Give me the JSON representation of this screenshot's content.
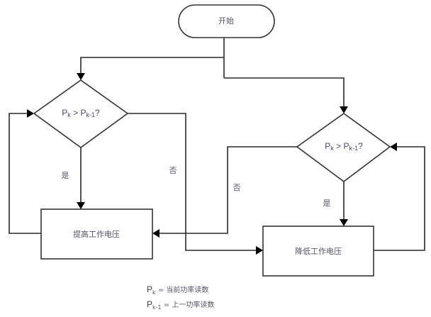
{
  "flowchart": {
    "start": {
      "label": "开始"
    },
    "decision_left": {
      "lhs": "P",
      "lhs_sub": "k",
      "op": " > ",
      "rhs": "P",
      "rhs_sub": "k-1",
      "suffix": "?"
    },
    "decision_right": {
      "lhs": "P",
      "lhs_sub": "k",
      "op": " > ",
      "rhs": "P",
      "rhs_sub": "k-1",
      "suffix": "?"
    },
    "process_left": {
      "label": "提高工作电压"
    },
    "process_right": {
      "label": "降低工作电压"
    },
    "edge_labels": {
      "left_yes": "是",
      "left_no": "否",
      "right_yes": "是",
      "right_no": "否"
    }
  },
  "legend": [
    {
      "sym": "P",
      "sub": "k",
      "eq": " = ",
      "desc": "当前功率读数"
    },
    {
      "sym": "P",
      "sub": "k-1",
      "eq": " = ",
      "desc": "上一功率读数"
    }
  ]
}
